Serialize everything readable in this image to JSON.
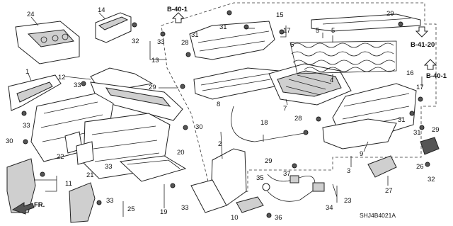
{
  "diagram": {
    "code": "SHJ4B4021A",
    "direction_label": "FR.",
    "refs": [
      "B-40-1",
      "B-41-20",
      "B-40-1"
    ],
    "callouts": [
      "24",
      "14",
      "32",
      "1",
      "12",
      "33",
      "13",
      "33",
      "28",
      "31",
      "29",
      "33",
      "30",
      "22",
      "21",
      "8",
      "33",
      "20",
      "30",
      "11",
      "2",
      "19",
      "33",
      "25",
      "33",
      "10",
      "36",
      "15",
      "17",
      "31",
      "5",
      "6",
      "4",
      "7",
      "29",
      "5",
      "16",
      "17",
      "28",
      "18",
      "31",
      "31",
      "29",
      "9",
      "3",
      "29",
      "37",
      "35",
      "34",
      "23",
      "27",
      "26",
      "32"
    ]
  }
}
